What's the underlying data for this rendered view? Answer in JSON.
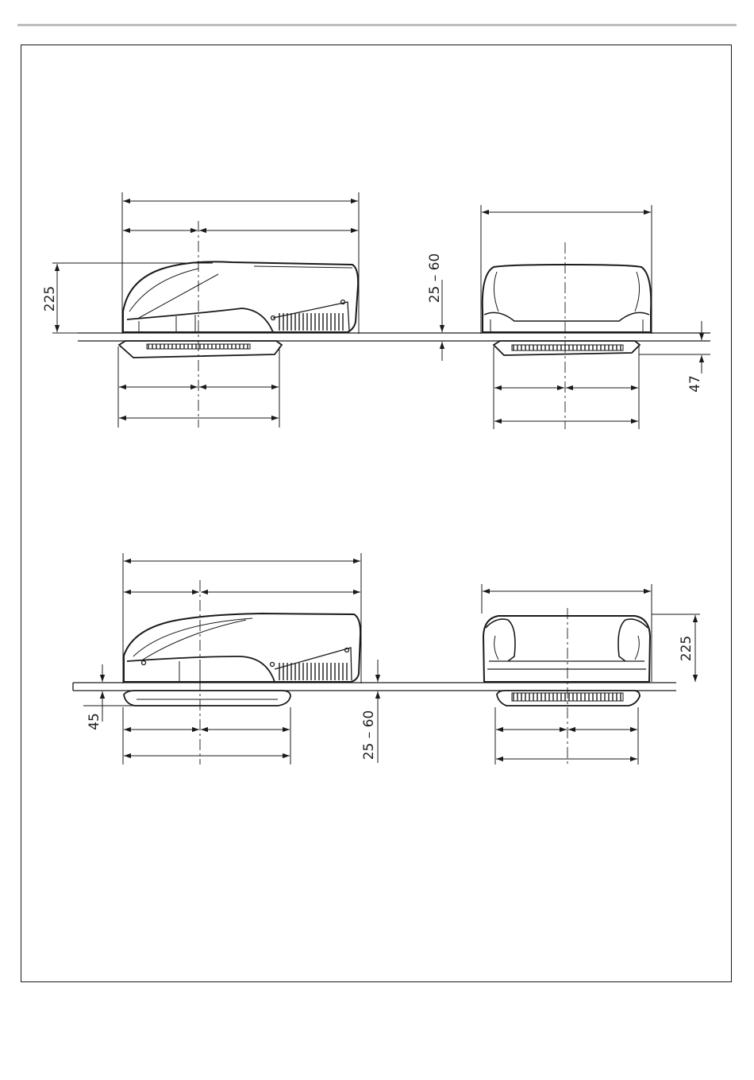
{
  "figure": {
    "colors": {
      "line": "#1a1a1a",
      "frame": "#1a1a1a",
      "rule": "#bdbdbd",
      "background": "#ffffff"
    }
  },
  "dimensions": {
    "upper_side_height": "225",
    "upper_roof_thickness": "25 – 60",
    "upper_front_inner_depth": "47",
    "lower_inner_depth": "45",
    "lower_roof_thickness": "25 – 60",
    "lower_front_height": "225"
  }
}
